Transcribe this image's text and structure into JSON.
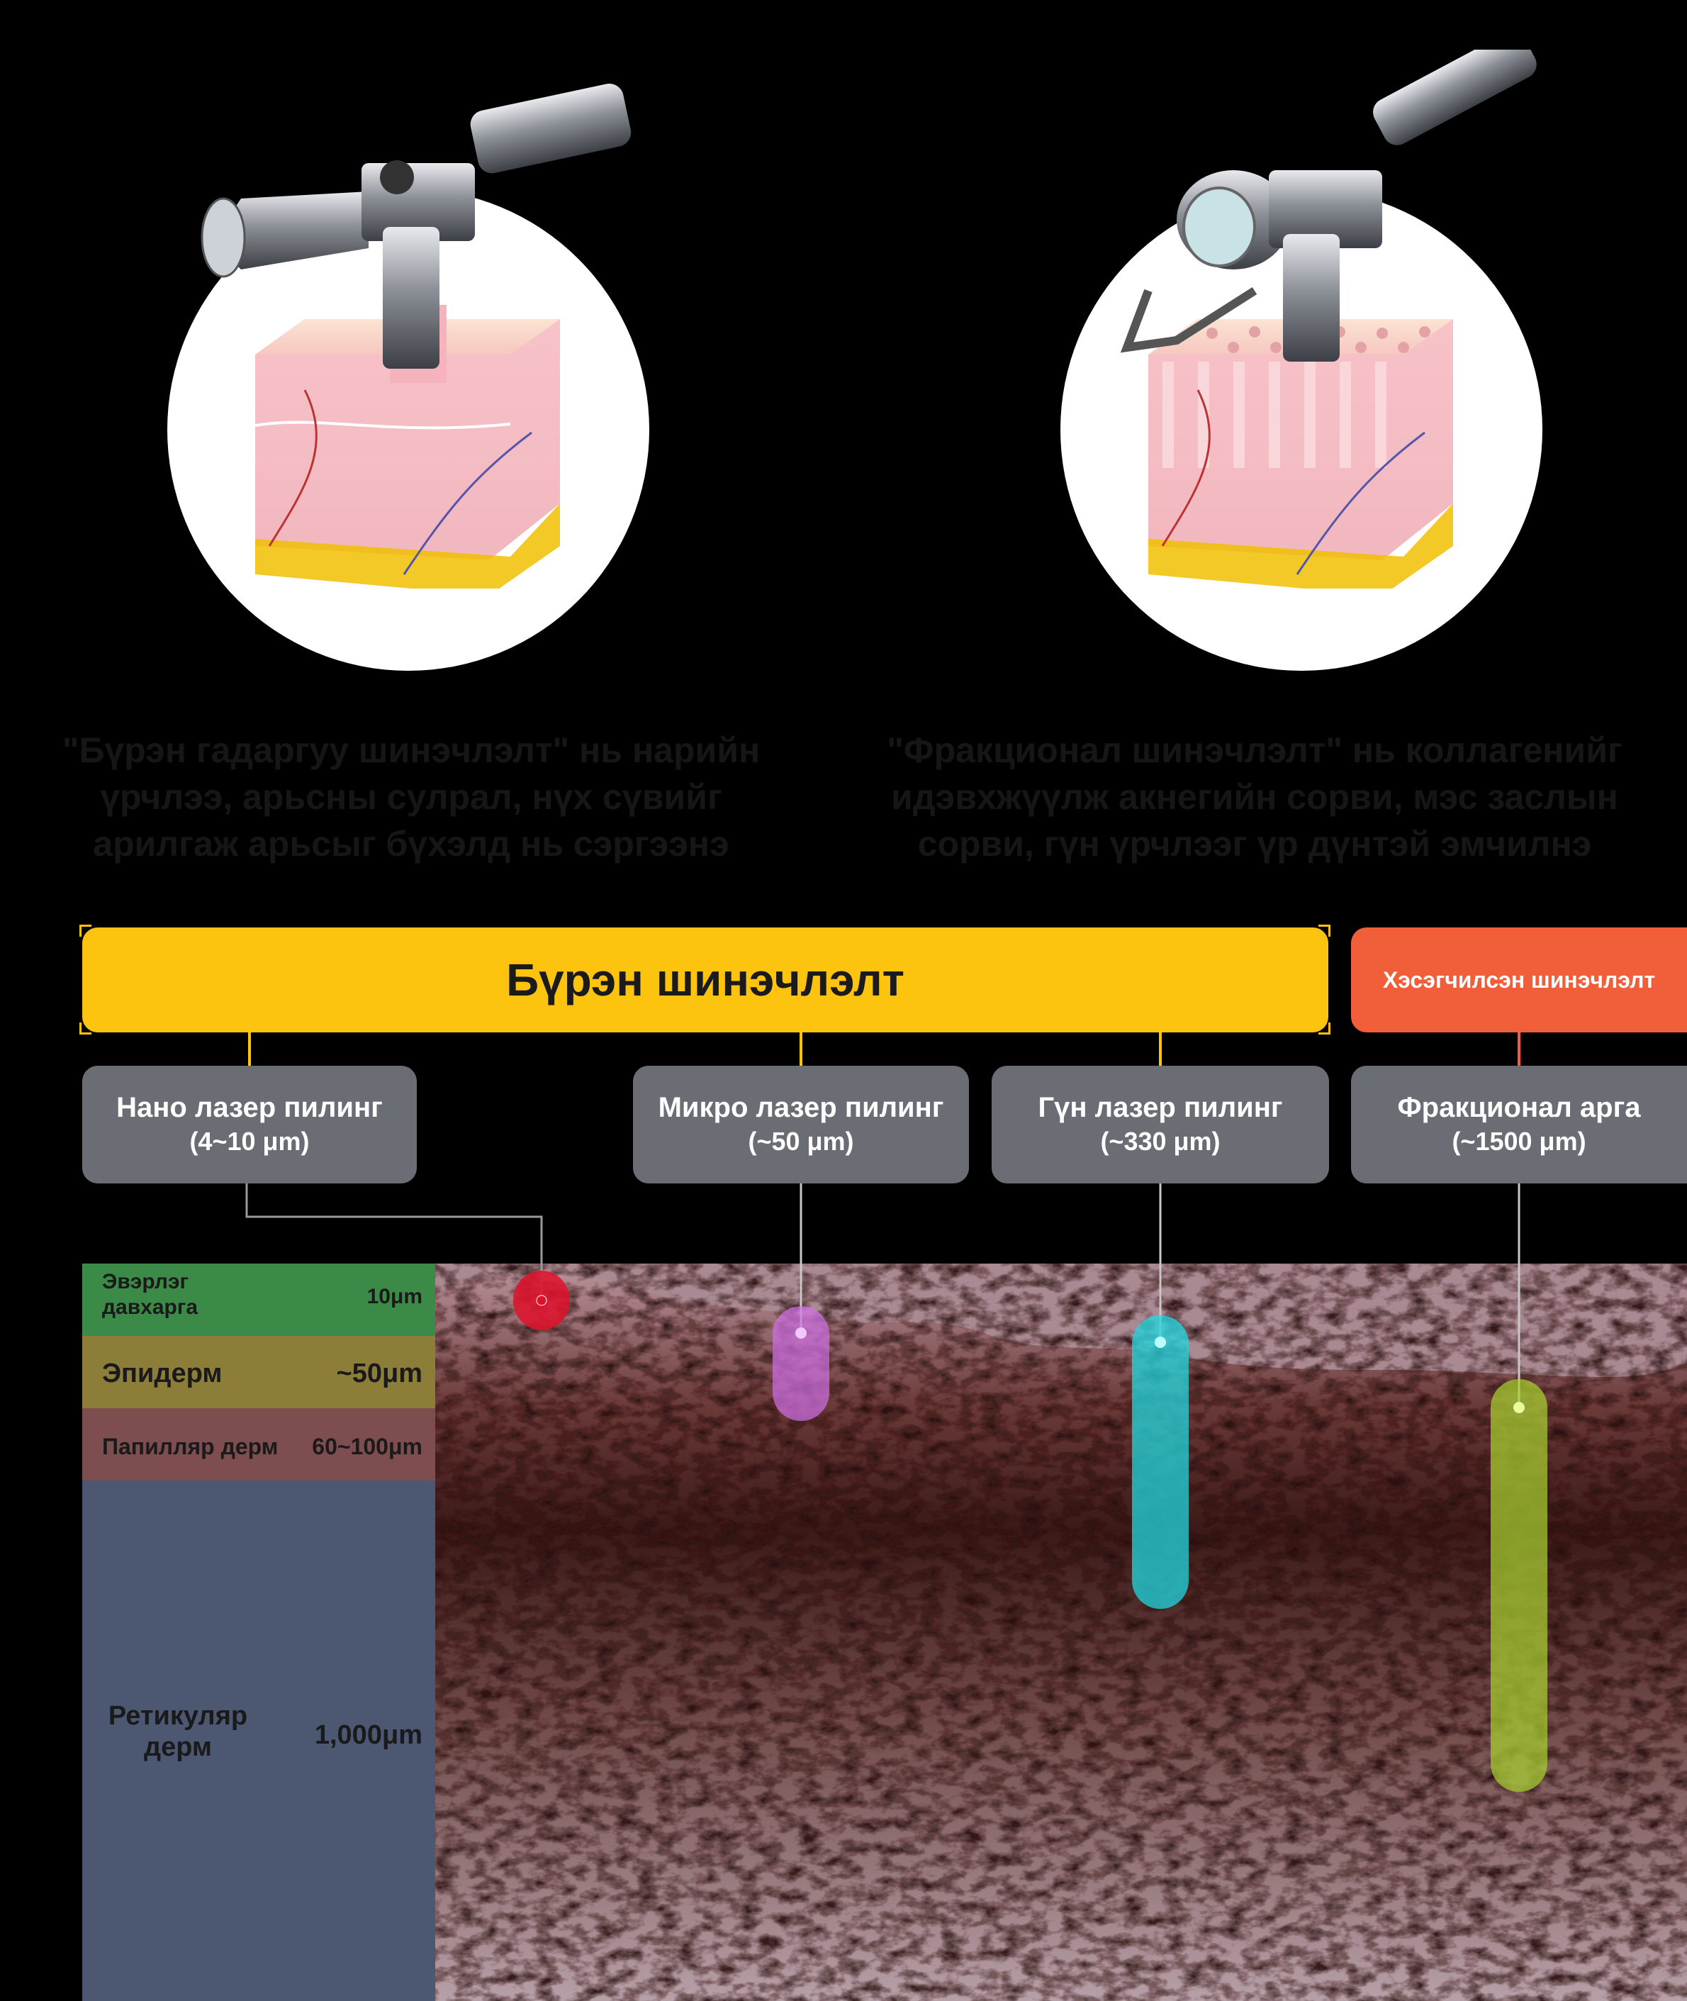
{
  "captions": {
    "left": "\"Бүрэн гадаргуу шинэчлэлт\" нь нарийн үрчлээ, арьсны сулрал, нүх сүвийг арилгаж арьсыг бүхэлд нь сэргээнэ",
    "right": "\"Фракционал шинэчлэлт\" нь коллагенийг идэвхжүүлж акнегийн сорви, мэс заслын сорви, гүн үрчлээг үр дүнтэй эмчилнэ"
  },
  "banners": {
    "full": "Бүрэн шинэчлэлт",
    "fractional": "Хэсэгчилсэн шинэчлэлт"
  },
  "methods": [
    {
      "name": "Нано лазер пилинг",
      "depth": "(4~10 μm)"
    },
    {
      "name": "Микро лазер пилинг",
      "depth": "(~50 μm)"
    },
    {
      "name": "Гүн лазер пилинг",
      "depth": "(~330 μm)"
    },
    {
      "name": "Фракционал арга",
      "depth": "(~1500 μm)"
    }
  ],
  "layers": [
    {
      "name": "Эвэрлэг давхарга",
      "value": "10μm"
    },
    {
      "name": "Эпидерм",
      "value": "~50μm"
    },
    {
      "name": "Папилляр дерм",
      "value": "60~100μm"
    },
    {
      "name": "Ретикуляр дерм",
      "value": "1,000μm"
    }
  ],
  "colors": {
    "full_banner": "#fcc30f",
    "fractional_banner": "#f05f3a",
    "nano_marker": "#e0102a",
    "micro_marker": "#d070e8",
    "deep_marker": "#20d8e0",
    "fractional_marker": "#a8d030"
  },
  "icons": {
    "laser_handpiece": "laser-handpiece-icon",
    "skin_block": "skin-block-icon"
  }
}
